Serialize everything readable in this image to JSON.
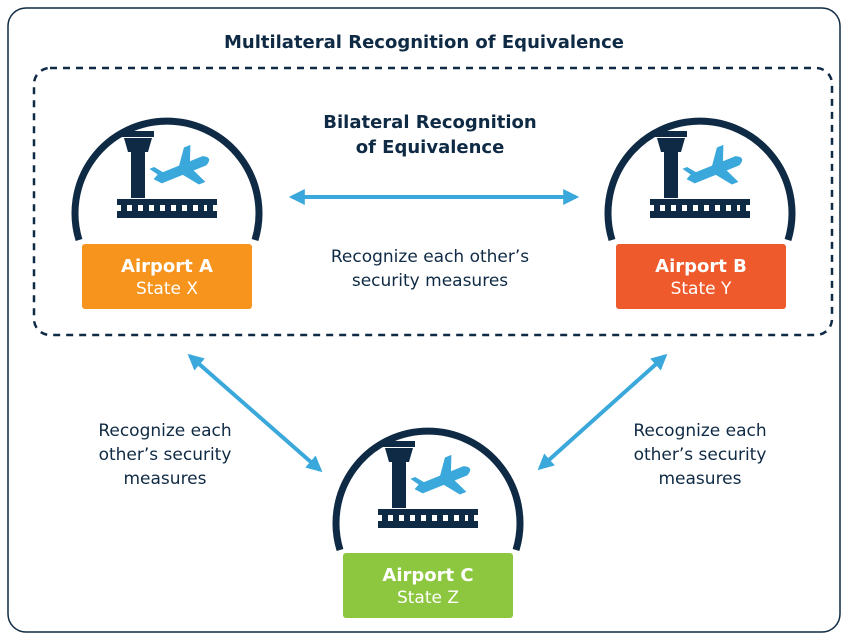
{
  "multilateral_title": "Multilateral Recognition of Equivalence",
  "bilateral_title_line1": "Bilateral Recognition",
  "bilateral_title_line2": "of Equivalence",
  "desc_ab_line1": "Recognize each other’s",
  "desc_ab_line2": "security measures",
  "desc_side_line1": "Recognize each",
  "desc_side_line2": "other’s security",
  "desc_side_line3": "measures",
  "airports": [
    {
      "name": "Airport A",
      "state": "State X",
      "color": "#f7941d"
    },
    {
      "name": "Airport B",
      "state": "State Y",
      "color": "#ef5a2c"
    },
    {
      "name": "Airport C",
      "state": "State Z",
      "color": "#8dc63f"
    }
  ],
  "colors": {
    "navy": "#0f2a44",
    "arrow_blue": "#3aa8db",
    "plane_blue": "#3aa8db"
  }
}
